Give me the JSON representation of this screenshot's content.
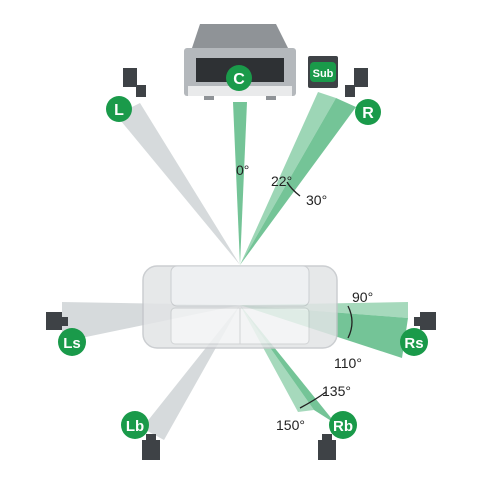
{
  "speakers": {
    "center": "C",
    "left": "L",
    "right": "R",
    "subwoofer": "Sub",
    "left_surround": "Ls",
    "right_surround": "Rs",
    "left_back": "Lb",
    "right_back": "Rb"
  },
  "angles": {
    "center": "0°",
    "front_min": "22°",
    "front_max": "30°",
    "side_min": "90°",
    "side_max": "110°",
    "back_min": "135°",
    "back_max": "150°"
  },
  "colors": {
    "badge_green": "#1a9a4a",
    "beam_green": "#5cba85",
    "beam_gray": "#cfd3d6",
    "speaker_dark": "#3e4246",
    "tv_gray": "#a9adb1",
    "sofa_gray": "#e2e4e6"
  }
}
